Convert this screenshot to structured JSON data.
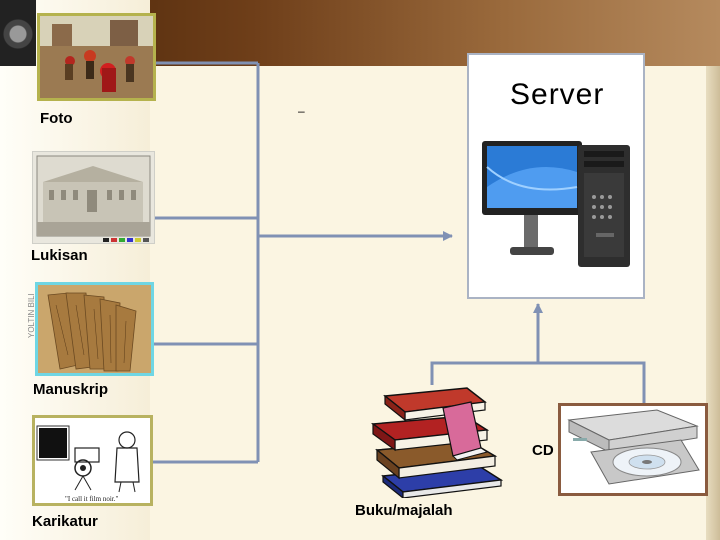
{
  "labels": {
    "foto": "Foto",
    "lukisan": "Lukisan",
    "manuskrip": "Manuskrip",
    "karikatur": "Karikatur",
    "buku": "Buku/majalah",
    "cd": "CD",
    "server": "Server",
    "dash": "–"
  },
  "images": {
    "karikatur_caption": "\"I call it film noir.\"",
    "vertical_credit": "YOLTIN BILI"
  },
  "icons": [
    "photo-dancers-icon",
    "painting-building-icon",
    "manuscript-icon",
    "cartoon-icon",
    "books-stack-icon",
    "cd-drive-icon",
    "server-computer-icon"
  ],
  "colors": {
    "line": "#8091b4",
    "foto_border": "#b5b24d",
    "manuskrip_border": "#6fd6e4",
    "karikatur_border": "#b8b260",
    "cd_border": "#8a5b3f"
  }
}
